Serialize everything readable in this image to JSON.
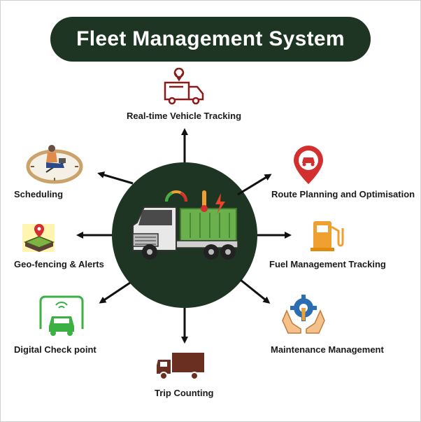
{
  "title": "Fleet Management System",
  "features": {
    "tracking": "Real-time Vehicle Tracking",
    "route": "Route Planning and Optimisation",
    "fuel": "Fuel Management Tracking",
    "maintenance": "Maintenance Management",
    "trip": "Trip Counting",
    "checkpoint": "Digital Check point",
    "geofencing": "Geo-fencing & Alerts",
    "scheduling": "Scheduling"
  },
  "colors": {
    "title_bg": "#1f3523",
    "hub": "#1f3523",
    "arrow": "#111111",
    "dark_red": "#8b1a1a",
    "brown": "#6b2f22",
    "red": "#d32f2f",
    "orange": "#f0a030",
    "green": "#3cb043",
    "blue": "#2a6db0"
  }
}
